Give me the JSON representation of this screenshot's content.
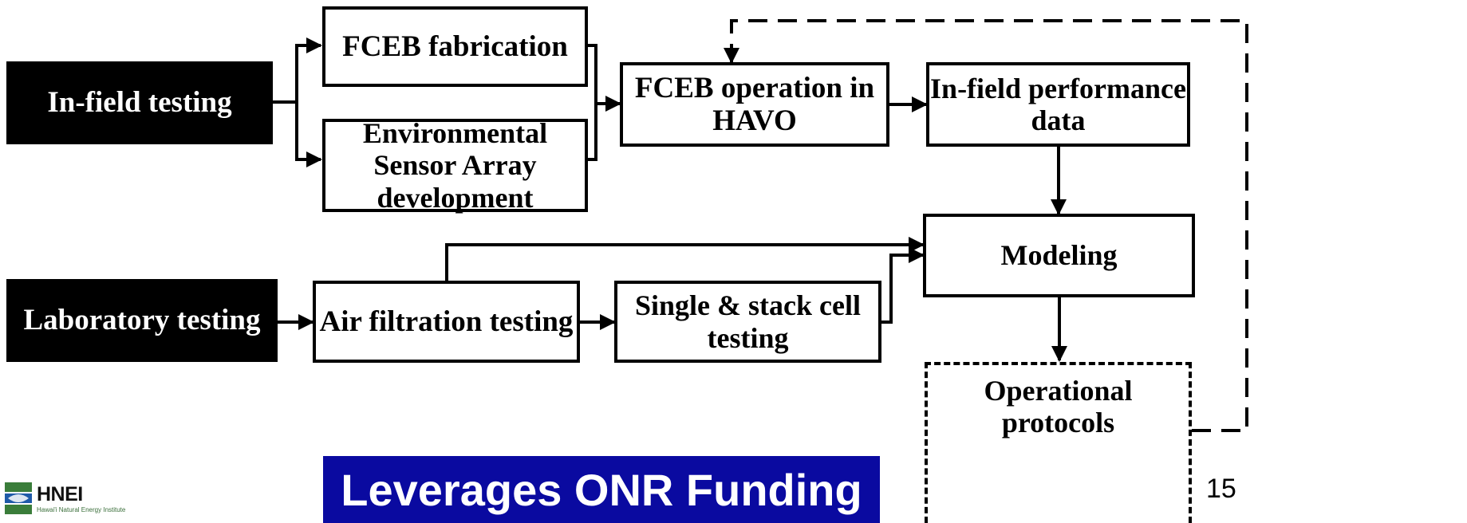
{
  "nodes": {
    "infield": "In-field testing",
    "lab": "Laboratory testing",
    "fabrication": "FCEB fabrication",
    "sensor": "Environmental Sensor Array development",
    "operation": "FCEB operation in HAVO",
    "performance": "In-field performance data",
    "air": "Air filtration testing",
    "cell": "Single & stack cell testing",
    "modeling": "Modeling",
    "protocols": "Operational protocols"
  },
  "banner": "Leverages ONR Funding",
  "page_number": "15",
  "logo": {
    "name": "HNEI",
    "subtitle": "Hawai'i Natural Energy Institute"
  },
  "colors": {
    "banner_bg": "#0a0aa0",
    "logo_green": "#3a7d3a",
    "logo_blue": "#1f5aa8"
  }
}
